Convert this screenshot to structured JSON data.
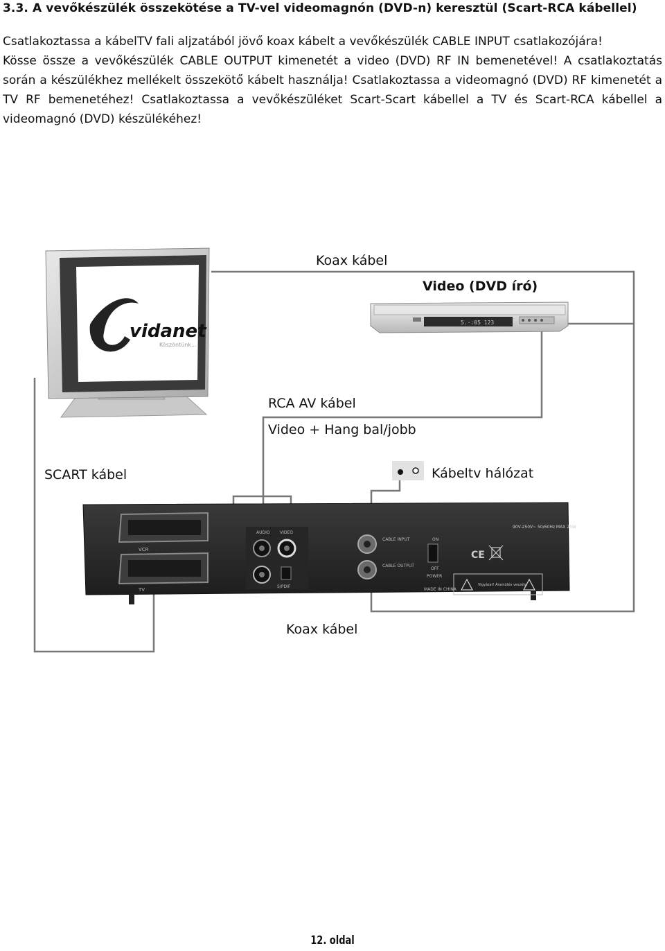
{
  "section": {
    "heading": "3.3. A vevőkészülék összekötése a TV-vel videomagnón (DVD-n) keresztül (Scart-RCA kábellel)",
    "paragraphs": [
      "Csatlakoztassa a kábelTV fali aljzatából jövő koax kábelt a vevőkészülék CABLE INPUT csatlakozójára!",
      "Kösse össze a vevőkészülék CABLE OUTPUT kimenetét a video (DVD) RF IN bemenetével! A csatlakoztatás során a készülékhez mellékelt összekötő kábelt használja! Csatlakoztassa a videomagnó (DVD) RF kimenetét a TV RF bemenetéhez! Csatlakoztassa a vevőkészüléket Scart-Scart kábellel a TV és Scart-RCA kábellel a videomagnó (DVD) készülékéhez!"
    ]
  },
  "diagram": {
    "labels": {
      "koax_top": "Koax kábel",
      "video_dvd": "Video (DVD író)",
      "rca_av": "RCA AV kábel",
      "video_hang": "Video + Hang bal/jobb",
      "scart": "SCART kábel",
      "kabeltv": "Kábeltv hálózat",
      "koax_bottom": "Koax kábel"
    },
    "tv_screen": {
      "brand": "vidanet",
      "tagline": "Köszöntünk..."
    },
    "receiver_labels": {
      "vcr": "VCR",
      "tv": "TV",
      "video": "VIDEO",
      "audio": "AUDIO",
      "spdif": "S/PDIF",
      "cable_input": "CABLE INPUT",
      "cable_output": "CABLE OUTPUT",
      "power": "POWER",
      "on": "ON",
      "off": "OFF",
      "made_in": "MADE IN CHINA",
      "rating": "90V-250V~ 50/60Hz MAX 25W",
      "warning": "Vigyázat! Áramütés veszély!",
      "ce": "CE"
    },
    "colors": {
      "wire": "#777777",
      "device_silver": "#cfcfcf",
      "device_dark": "#2b2b2b",
      "screen_border": "#3a3a3a"
    }
  },
  "footer": {
    "page": "12. oldal"
  }
}
